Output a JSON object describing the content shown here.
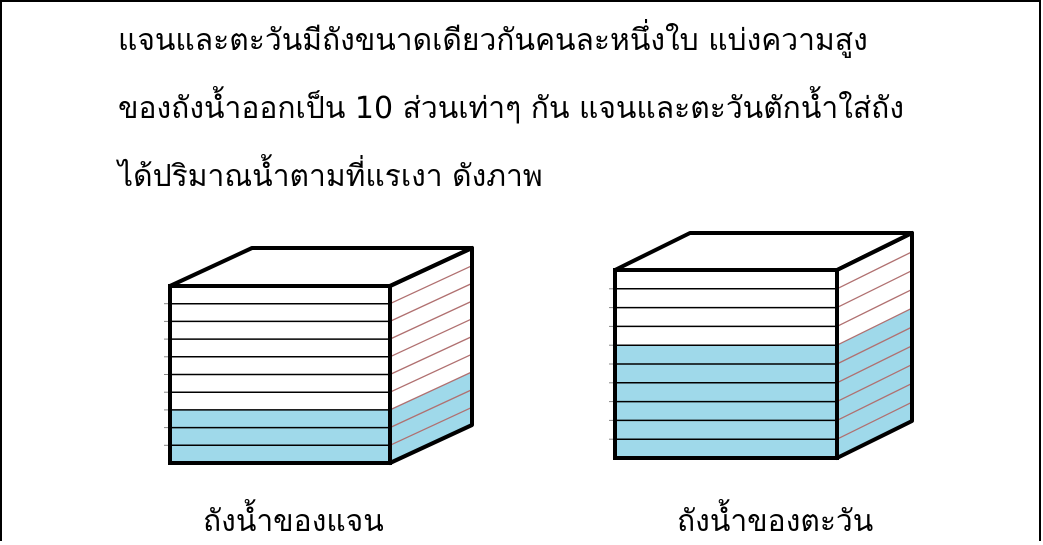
{
  "question": {
    "lines": [
      "แจนและตะวันมีถังขนาดเดียวกันคนละหนึ่งใบ แบ่งความสูง",
      "ของถังน้ำออกเป็น 10 ส่วนเท่าๆ กัน แจนและตะวันตักน้ำใส่ถัง",
      "ได้ปริมาณน้ำตามที่แรเงา ดังภาพ"
    ]
  },
  "tanks": [
    {
      "caption": "ถังน้ำของแจน",
      "divisions": 10,
      "filled_parts": 3
    },
    {
      "caption": "ถังน้ำของตะวัน",
      "divisions": 10,
      "filled_parts": 6
    }
  ],
  "colors": {
    "water": "#9fd9ea",
    "outline": "#000000",
    "side_line": "#b07070"
  }
}
